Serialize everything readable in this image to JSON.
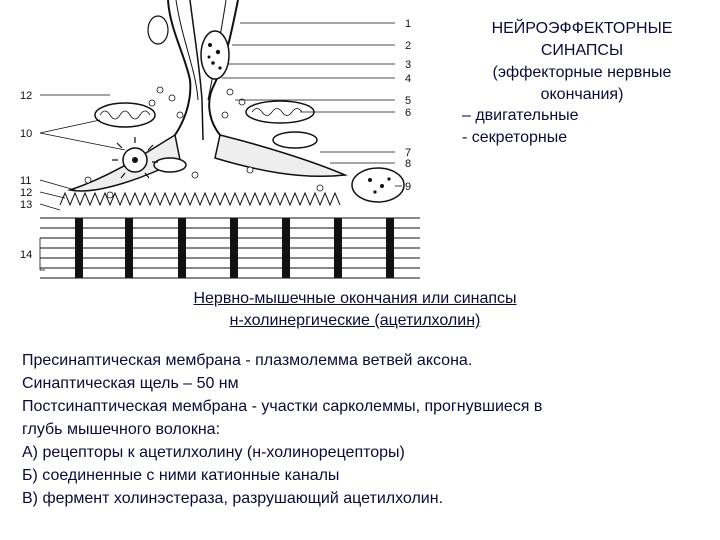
{
  "title": {
    "line1": "НЕЙРОЭФФЕКТОРНЫЕ",
    "line2": "СИНАПСЫ",
    "line3": "(эффекторные нервные",
    "line4": "окончания)"
  },
  "types": [
    "– двигательные",
    "- секреторные"
  ],
  "figure": {
    "right_labels": [
      "1",
      "2",
      "3",
      "4",
      "5",
      "6",
      "7",
      "8",
      "9"
    ],
    "left_labels": [
      "12",
      "10",
      "11",
      "12",
      "13",
      "14"
    ]
  },
  "caption": {
    "line1": "Нервно-мышечные окончания или синапсы",
    "line2": "н-холинергические (ацетилхолин)"
  },
  "body": [
    "Пресинаптическая мембрана  - плазмолемма ветвей аксона.",
    "Синаптическая щель – 50 нм",
    "Постсинаптическая мембрана  -  участки  сарколеммы, прогнувшиеся  в",
    "глубь мышечного волокна:",
    "А) рецепторы к ацетилхолину (н-холинорецепторы)",
    "Б) соединенные с ними  катионные каналы",
    "В) фермент холинэстераза, разрушающий ацетилхолин."
  ]
}
